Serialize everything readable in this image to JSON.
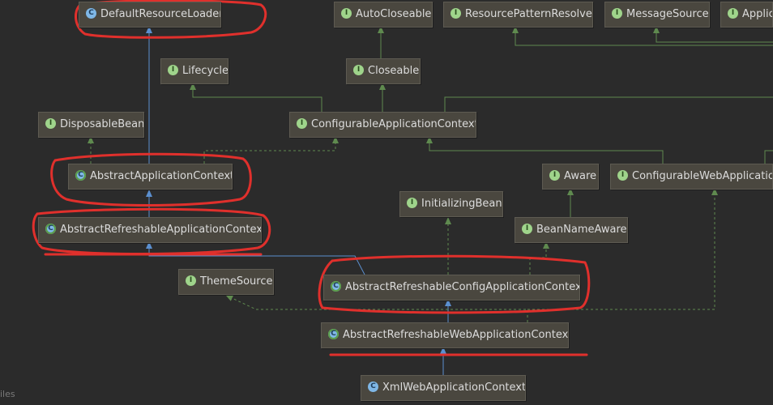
{
  "nodes": {
    "default_resource_loader": {
      "label": "DefaultResourceLoader",
      "kind": "class",
      "badge": "C"
    },
    "auto_closeable": {
      "label": "AutoCloseable",
      "kind": "interface",
      "badge": "I"
    },
    "resource_pattern_resolver": {
      "label": "ResourcePatternResolver",
      "kind": "interface",
      "badge": "I"
    },
    "message_source": {
      "label": "MessageSource",
      "kind": "interface",
      "badge": "I"
    },
    "applic_partial": {
      "label": "Applica",
      "kind": "interface",
      "badge": "I"
    },
    "lifecycle": {
      "label": "Lifecycle",
      "kind": "interface",
      "badge": "I"
    },
    "closeable": {
      "label": "Closeable",
      "kind": "interface",
      "badge": "I"
    },
    "disposable_bean": {
      "label": "DisposableBean",
      "kind": "interface",
      "badge": "I"
    },
    "configurable_application_context": {
      "label": "ConfigurableApplicationContext",
      "kind": "interface",
      "badge": "I"
    },
    "abstract_application_context": {
      "label": "AbstractApplicationContext",
      "kind": "abstract",
      "badge": "C"
    },
    "aware": {
      "label": "Aware",
      "kind": "interface",
      "badge": "I"
    },
    "configurable_web_application": {
      "label": "ConfigurableWebApplication",
      "kind": "interface",
      "badge": "I"
    },
    "initializing_bean": {
      "label": "InitializingBean",
      "kind": "interface",
      "badge": "I"
    },
    "abstract_refreshable_application_context": {
      "label": "AbstractRefreshableApplicationContext",
      "kind": "abstract",
      "badge": "C"
    },
    "bean_name_aware": {
      "label": "BeanNameAware",
      "kind": "interface",
      "badge": "I"
    },
    "theme_source": {
      "label": "ThemeSource",
      "kind": "interface",
      "badge": "I"
    },
    "abstract_refreshable_config_application_context": {
      "label": "AbstractRefreshableConfigApplicationContext",
      "kind": "abstract",
      "badge": "C"
    },
    "abstract_refreshable_web_application_context": {
      "label": "AbstractRefreshableWebApplicationContext",
      "kind": "abstract",
      "badge": "C"
    },
    "xml_web_application_context": {
      "label": "XmlWebApplicationContext",
      "kind": "class",
      "badge": "C"
    }
  },
  "footer": {
    "label": "iles"
  },
  "colors": {
    "background": "#2b2b2b",
    "node_fill": "#4a473f",
    "extends_edge": "#5b8fcf",
    "implements_edge": "#5f8a4f",
    "annotation": "#e0302c"
  }
}
